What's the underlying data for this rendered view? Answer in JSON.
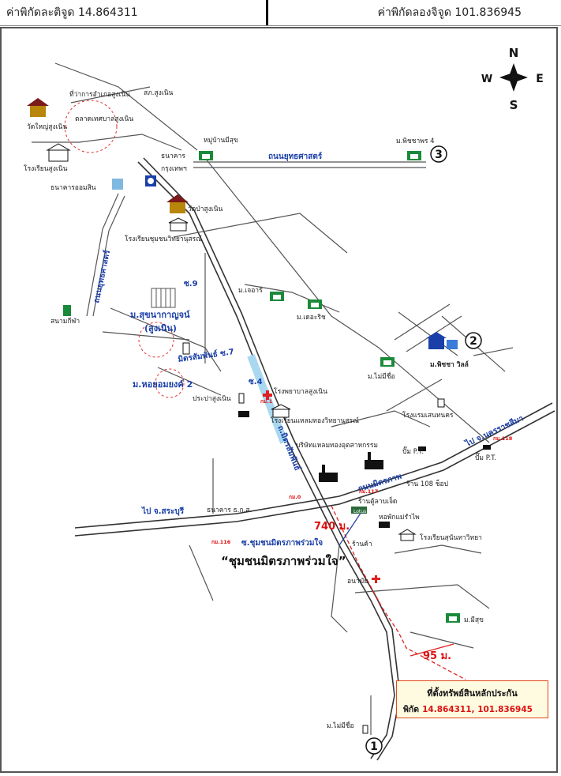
{
  "header": {
    "latitude": "ค่าพิกัดละติจูด 14.864311",
    "longitude": "ค่าพิกัดลองจิจูด 101.836945"
  },
  "compass": {
    "n": "N",
    "s": "S",
    "e": "E",
    "w": "W"
  },
  "markers": {
    "m1": "1",
    "m2": "2",
    "m3": "3"
  },
  "roads": {
    "yutthasat": "ถนนยุทธศาสตร์",
    "yutthasat_v": "ถนนยุทธศาสตร์",
    "mittraphap": "ถ.มิตรสัมพันธ์",
    "soi9": "ซ.9",
    "soi4": "ซ.4",
    "soi7": "มิตรสัมพันธ์ ซ.7",
    "to_saraburi": "ไป จ.สระบุรี",
    "to_nakhon": "ไป จ.นครราชสีมา",
    "km116": "กม.116",
    "km118": "กม.118",
    "km117": "กม.117",
    "km0": "กม.0",
    "km1": "กม.1",
    "community_soi": "ซ.ชุมชนมิตรภาพร่วมใจ",
    "mittraphap_main": "ถนนมิตรภาพ"
  },
  "places": {
    "district_office": "ที่ว่าการอำเภอสูงเนิน",
    "police": "สภ.สูงเนิน",
    "market": "ตลาดเทศบาลสูงเนิน",
    "wat_yai": "วัดใหญ่สูงเนิน",
    "school_sungnoen": "โรงเรียนสูงเนิน",
    "gsb": "ธนาคารออมสิน",
    "bank": "ธนาคาร",
    "krungthep": "กรุงเทพฯ",
    "moo_ban_misuk": "หมู่บ้านมีสุข",
    "pichaporn4": "ม.พิชชาพร 4",
    "wat_pa": "วัดป่าสูงเนิน",
    "school_plai": "โรงเรียนชุมชนวิทยานุสรณ์",
    "sukhonakarn": "ม.สุขนากาญจน์",
    "sukhonakarn2": "(สูงเนิน)",
    "sanambin": "สนามกีฬา",
    "moo_maeyom": "ม.หอยอมยงค์ 2",
    "prapa": "ประปาสูงเนิน",
    "hospital": "โรงพยาบาลสูงเนิน",
    "school_thong": "โรงเรียนแหลมทองวิทยานุสรณ์",
    "company": "บริษัทแหลมทองอุตสาหกรรม",
    "m_jaroen": "ม.เจอาร์",
    "m_deorich": "ม.เดอะริช",
    "m_maimeechue": "ม.ไม่มีชื่อ",
    "pichaya_villa": "ม.พิชชา วิลล์",
    "hotel": "โรงแรมเสนทนคร",
    "ptt1": "ปั๊ม P.T.",
    "ptt2": "ปั๊ม P.T.",
    "shop108": "ร้าน 108 ช็อป",
    "shop_laa": "ร้านตู้ลาบเจ็ด",
    "bank_aac": "ธนาคาร ธ.ก.ส.",
    "dorm": "หอพักแม่รำไพ",
    "shop_local": "ร้านค้า",
    "school_sunan": "โรงเรียนสุนันทาวิทยา",
    "anamai": "อนามัย",
    "m_meesuk": "ม.มีสุข",
    "m_maimeechue2": "ม.ไม่มีชื่อ",
    "lotus": "Lotus"
  },
  "community": "“ชุมชนมิตรภาพร่วมใจ”",
  "distance_740": "740 ม.",
  "distance_95": "95 ม.",
  "info": {
    "title": "ที่ตั้งทรัพย์สินหลักประกัน",
    "coord_label": "พิกัด",
    "coord_value": "14.864311, 101.836945"
  },
  "colors": {
    "road_label": "#1a3fa8",
    "route_red": "#e02020",
    "info_border": "#e04a1a",
    "info_bg": "#fffbe0",
    "info_value": "#d11111"
  }
}
